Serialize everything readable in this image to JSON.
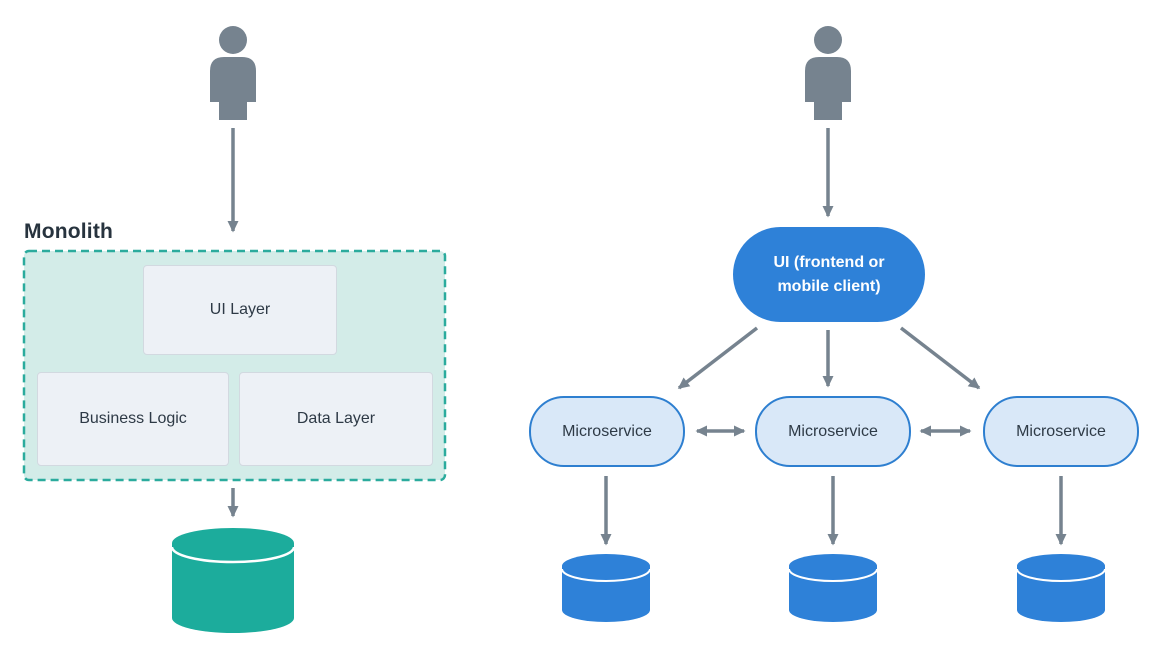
{
  "diagram_type": "architecture-comparison",
  "left_panel": {
    "label": "Monolith",
    "ui_layer": "UI Layer",
    "business_logic": "Business Logic",
    "data_layer": "Data Layer",
    "database_icon": "database-cylinder-teal"
  },
  "right_panel": {
    "ui_client_line1": "UI (frontend or",
    "ui_client_line2": "mobile client)",
    "microservices": [
      "Microservice",
      "Microservice",
      "Microservice"
    ],
    "database_icons": [
      "database-cylinder-blue",
      "database-cylinder-blue",
      "database-cylinder-blue"
    ]
  },
  "icons": {
    "person_left": "person-icon",
    "person_right": "person-icon",
    "arrows": "gray directional arrows, double-headed between microservices"
  },
  "colors": {
    "gray": "#76838F",
    "dark_text": "#2E3A46",
    "teal": "#1CAC9C",
    "teal_border": "#2BAB9D",
    "teal_fill": "#D3ECE8",
    "blue": "#2E81D8",
    "microservice_fill": "#D9E8F8",
    "microservice_border": "#2E7FD0",
    "layer_box_fill": "#EDF1F6",
    "layer_box_border": "#D2D9E0"
  }
}
